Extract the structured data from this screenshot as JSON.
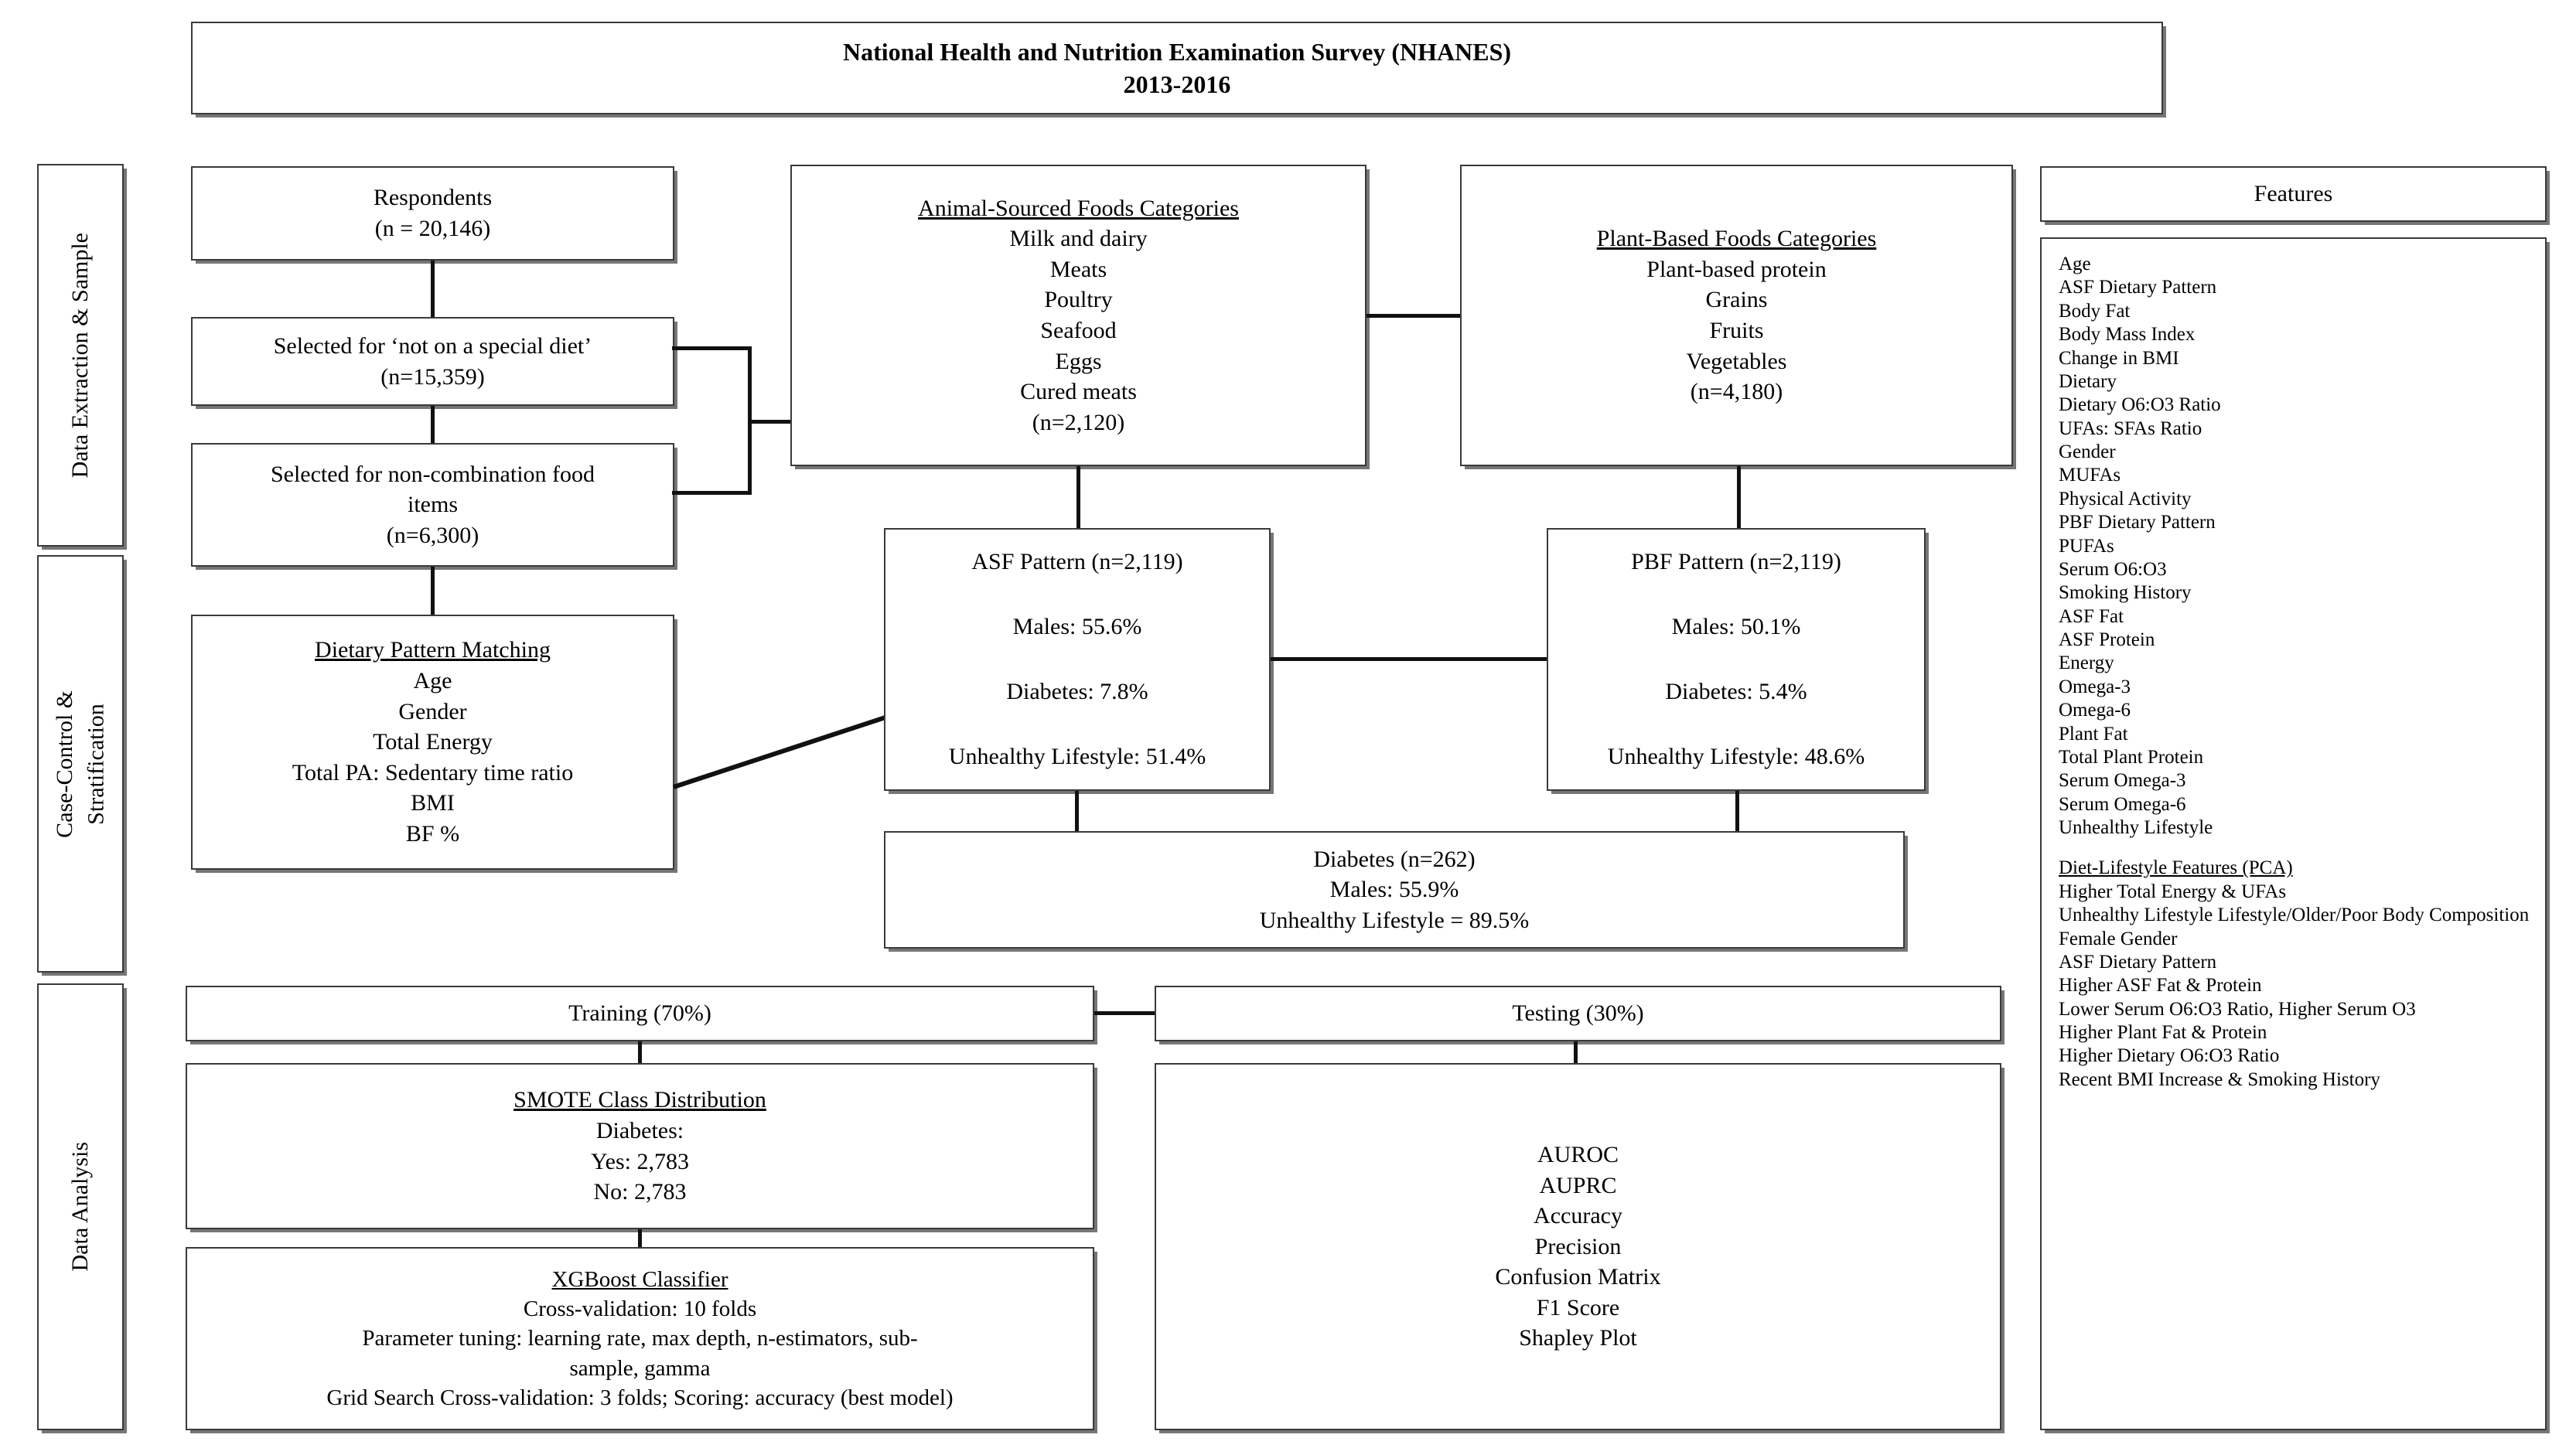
{
  "title_banner": {
    "line1": "National Health and Nutrition Examination Survey (NHANES)",
    "line2": "2013-2016"
  },
  "sidebar": {
    "items": [
      {
        "label": "Data Extraction & Sample"
      },
      {
        "label": "Case-Control &\nStratification"
      },
      {
        "label": "Data Analysis"
      }
    ]
  },
  "boxes": {
    "respondents": {
      "line1": "Respondents",
      "line2": "(n = 20,146)"
    },
    "special_diet": {
      "line1": "Selected for ‘not on a special diet’",
      "line2": "(n=15,359)"
    },
    "non_combination": {
      "line1": "Selected for non-combination food",
      "line2": "items",
      "line3": "(n=6,300)"
    },
    "dietary_matching": {
      "title": "Dietary Pattern Matching",
      "items": [
        "Age",
        "Gender",
        "Total Energy",
        "Total PA: Sedentary time ratio",
        "BMI",
        "BF %"
      ]
    },
    "asf_categories": {
      "title": "Animal-Sourced Foods Categories",
      "items": [
        "Milk and dairy",
        "Meats",
        "Poultry",
        "Seafood",
        "Eggs",
        "Cured meats",
        "(n=2,120)"
      ]
    },
    "pbf_categories": {
      "title": "Plant-Based Foods Categories",
      "items": [
        "Plant-based protein",
        "Grains",
        "Fruits",
        "Vegetables",
        "(n=4,180)"
      ]
    },
    "asf_pattern": {
      "line1": "ASF Pattern (n=2,119)",
      "line2": "Males: 55.6%",
      "line3": "Diabetes: 7.8%",
      "line4": "Unhealthy Lifestyle: 51.4%"
    },
    "pbf_pattern": {
      "line1": "PBF Pattern (n=2,119)",
      "line2": "Males: 50.1%",
      "line3": "Diabetes: 5.4%",
      "line4": "Unhealthy Lifestyle: 48.6%"
    },
    "diabetes": {
      "line1": "Diabetes (n=262)",
      "line2": "Males: 55.9%",
      "line3": "Unhealthy Lifestyle = 89.5%"
    },
    "training": {
      "label": "Training (70%)"
    },
    "testing": {
      "label": "Testing (30%)"
    },
    "smote": {
      "title": "SMOTE Class Distribution",
      "line1": "Diabetes:",
      "line2": "Yes: 2,783",
      "line3": "No: 2,783"
    },
    "xgboost": {
      "title": "XGBoost Classifier",
      "line1": "Cross-validation: 10 folds",
      "line2": "Parameter tuning:  learning rate, max depth, n-estimators, sub-",
      "line3": "sample, gamma",
      "line4": "Grid Search Cross-validation: 3 folds; Scoring: accuracy (best model)"
    },
    "metrics": {
      "items": [
        "AUROC",
        "AUPRC",
        "Accuracy",
        "Precision",
        "Confusion Matrix",
        "F1 Score",
        "Shapley Plot"
      ]
    },
    "features_header": {
      "label": "Features"
    },
    "features": {
      "items": [
        "Age",
        "ASF Dietary Pattern",
        "Body Fat",
        "Body Mass Index",
        "Change in BMI",
        "Dietary",
        "Dietary O6:O3 Ratio",
        "UFAs: SFAs Ratio",
        "Gender",
        "MUFAs",
        "Physical Activity",
        "PBF Dietary Pattern",
        "PUFAs",
        "Serum O6:O3",
        "Smoking History",
        "ASF Fat",
        "ASF Protein",
        "Energy",
        "Omega-3",
        "Omega-6",
        "Plant Fat",
        "Total Plant Protein",
        "Serum Omega-3",
        "Serum Omega-6",
        "Unhealthy Lifestyle"
      ],
      "pca_heading": "Diet-Lifestyle Features (PCA)",
      "pca_items": [
        "Higher Total Energy & UFAs",
        "Unhealthy Lifestyle Lifestyle/Older/Poor Body Composition",
        "Female Gender",
        "ASF Dietary Pattern",
        "Higher ASF Fat & Protein",
        "Lower Serum O6:O3 Ratio, Higher Serum O3",
        "Higher Plant Fat & Protein",
        "Higher Dietary O6:O3 Ratio",
        "Recent BMI Increase & Smoking History"
      ]
    }
  },
  "colors": {
    "border": "#3a3a3a",
    "shadow": "#767676",
    "line": "#111111",
    "background": "#ffffff",
    "text": "#000000"
  }
}
